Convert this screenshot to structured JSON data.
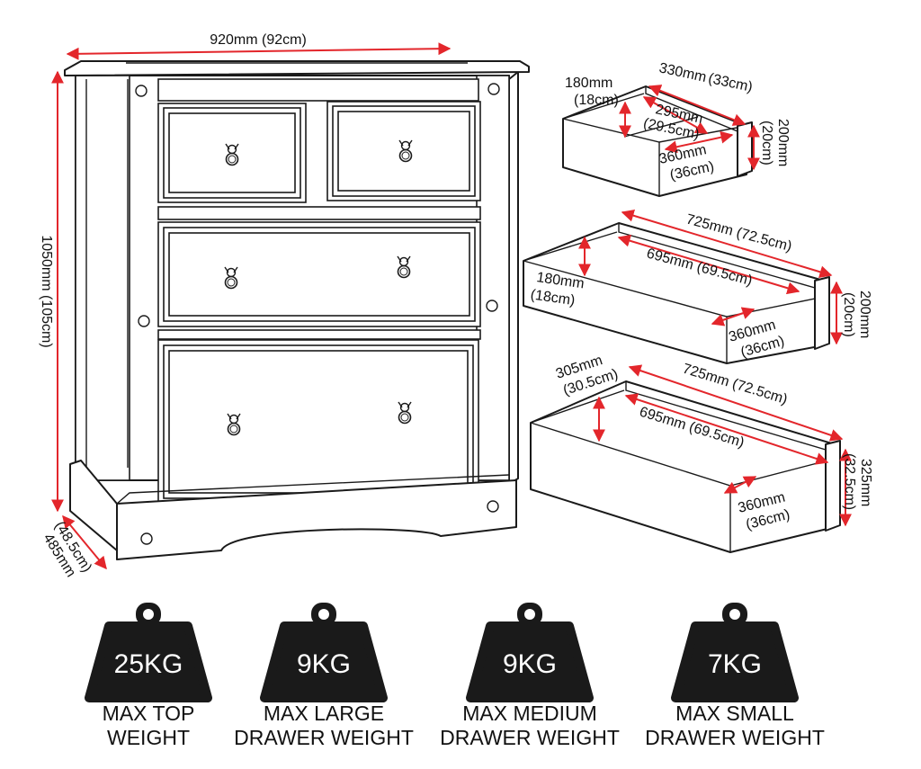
{
  "colors": {
    "dimension_line": "#e3262b",
    "line_art": "#1a1a1a",
    "weight_icon": "#1a1a1a",
    "weight_text": "#ffffff"
  },
  "chest": {
    "width": "920mm (92cm)",
    "height": "1050mm (105cm)",
    "depth_mm": "485mm",
    "depth_cm": "(48.5cm)"
  },
  "drawers": [
    {
      "size": "small",
      "outer_width_mm": "330mm",
      "outer_width_cm": "(33cm)",
      "inner_width_mm": "295mm",
      "inner_width_cm": "(29.5cm)",
      "inner_depth_mm": "360mm",
      "inner_depth_cm": "(36cm)",
      "inner_height_mm": "180mm",
      "inner_height_cm": "(18cm)",
      "outer_height_mm": "200mm",
      "outer_height_cm": "(20cm)"
    },
    {
      "size": "medium",
      "outer_width": "725mm (72.5cm)",
      "inner_width": "695mm (69.5cm)",
      "inner_depth_mm": "360mm",
      "inner_depth_cm": "(36cm)",
      "inner_height_mm": "180mm",
      "inner_height_cm": "(18cm)",
      "outer_height_mm": "200mm",
      "outer_height_cm": "(20cm)"
    },
    {
      "size": "large",
      "outer_width": "725mm (72.5cm)",
      "inner_width": "695mm (69.5cm)",
      "inner_depth_mm": "360mm",
      "inner_depth_cm": "(36cm)",
      "inner_height_mm": "305mm",
      "inner_height_cm": "(30.5cm)",
      "outer_height_mm": "325mm",
      "outer_height_cm": "(32.5cm)"
    }
  ],
  "weights": [
    {
      "value": "25KG",
      "label_line1": "MAX TOP",
      "label_line2": "WEIGHT",
      "icon": "weight-icon"
    },
    {
      "value": "9KG",
      "label_line1": "MAX LARGE",
      "label_line2": "DRAWER WEIGHT",
      "icon": "weight-icon"
    },
    {
      "value": "9KG",
      "label_line1": "MAX MEDIUM",
      "label_line2": "DRAWER WEIGHT",
      "icon": "weight-icon"
    },
    {
      "value": "7KG",
      "label_line1": "MAX SMALL",
      "label_line2": "DRAWER WEIGHT",
      "icon": "weight-icon"
    }
  ]
}
